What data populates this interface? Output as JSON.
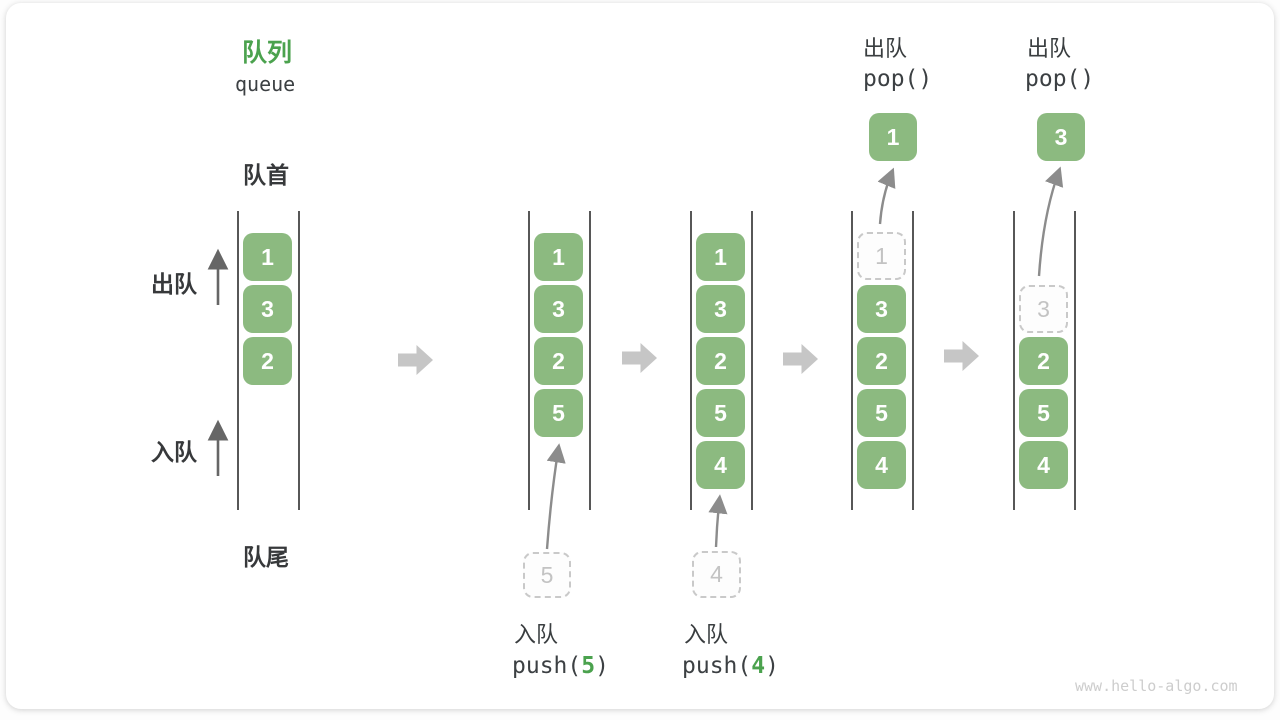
{
  "title": {
    "zh": "队列",
    "en": "queue"
  },
  "labels": {
    "front": "队首",
    "rear": "队尾",
    "dequeue_side": "出队",
    "enqueue_side": "入队"
  },
  "operations": {
    "push5": {
      "name": "入队",
      "fn": "push(",
      "arg": "5",
      "close": ")"
    },
    "push4": {
      "name": "入队",
      "fn": "push(",
      "arg": "4",
      "close": ")"
    },
    "pop1": {
      "name": "出队",
      "code": "pop()"
    },
    "pop2": {
      "name": "出队",
      "code": "pop()"
    }
  },
  "queues": [
    {
      "cells": [
        {
          "v": "1"
        },
        {
          "v": "3"
        },
        {
          "v": "2"
        }
      ]
    },
    {
      "cells": [
        {
          "v": "1"
        },
        {
          "v": "3"
        },
        {
          "v": "2"
        },
        {
          "v": "5"
        }
      ],
      "staged": "5"
    },
    {
      "cells": [
        {
          "v": "1"
        },
        {
          "v": "3"
        },
        {
          "v": "2"
        },
        {
          "v": "5"
        },
        {
          "v": "4"
        }
      ],
      "staged": "4"
    },
    {
      "cells": [
        {
          "v": "1",
          "ghost": true
        },
        {
          "v": "3"
        },
        {
          "v": "2"
        },
        {
          "v": "5"
        },
        {
          "v": "4"
        }
      ],
      "popped": "1"
    },
    {
      "cells": [
        {
          "v": "3",
          "ghost": true
        },
        {
          "v": "2"
        },
        {
          "v": "5"
        },
        {
          "v": "4"
        }
      ],
      "popped": "3"
    }
  ],
  "watermark": "www.hello-algo.com",
  "colors": {
    "accent_green": "#4ba24e",
    "box_green": "#8cba80",
    "dark_text": "#37393b",
    "rail_gray": "#575757",
    "block_arrow_gray": "#c6c6c6",
    "thin_arrow_gray": "#666666",
    "curve_arrow_gray": "#8c8c8c",
    "ghost_gray": "#c9c9c9"
  }
}
